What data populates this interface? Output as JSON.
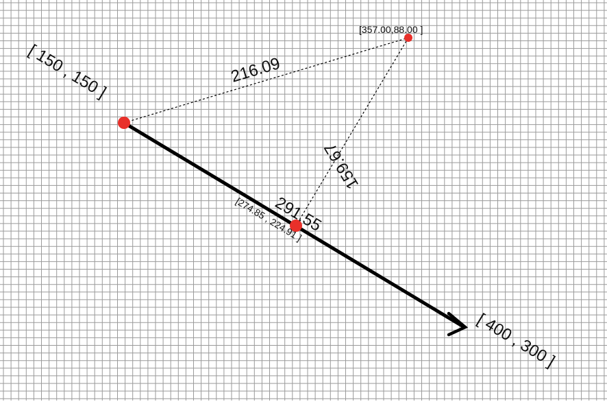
{
  "labels": {
    "start_point": "[ 150 , 150 ]",
    "end_point": "[ 400 , 300 ]",
    "top_point": "[357.00,88.00 ]",
    "projection_point": "[274.85 , 224.91 ]",
    "distance_start_top": "216.09",
    "distance_top_projection": "159.67",
    "main_length": "291.55"
  },
  "colors": {
    "point": "#e8302a",
    "line": "#000000",
    "grid": "#9a9a9a",
    "background": "#ffffff"
  },
  "icons": {
    "arrow_head": "arrowhead-icon"
  }
}
